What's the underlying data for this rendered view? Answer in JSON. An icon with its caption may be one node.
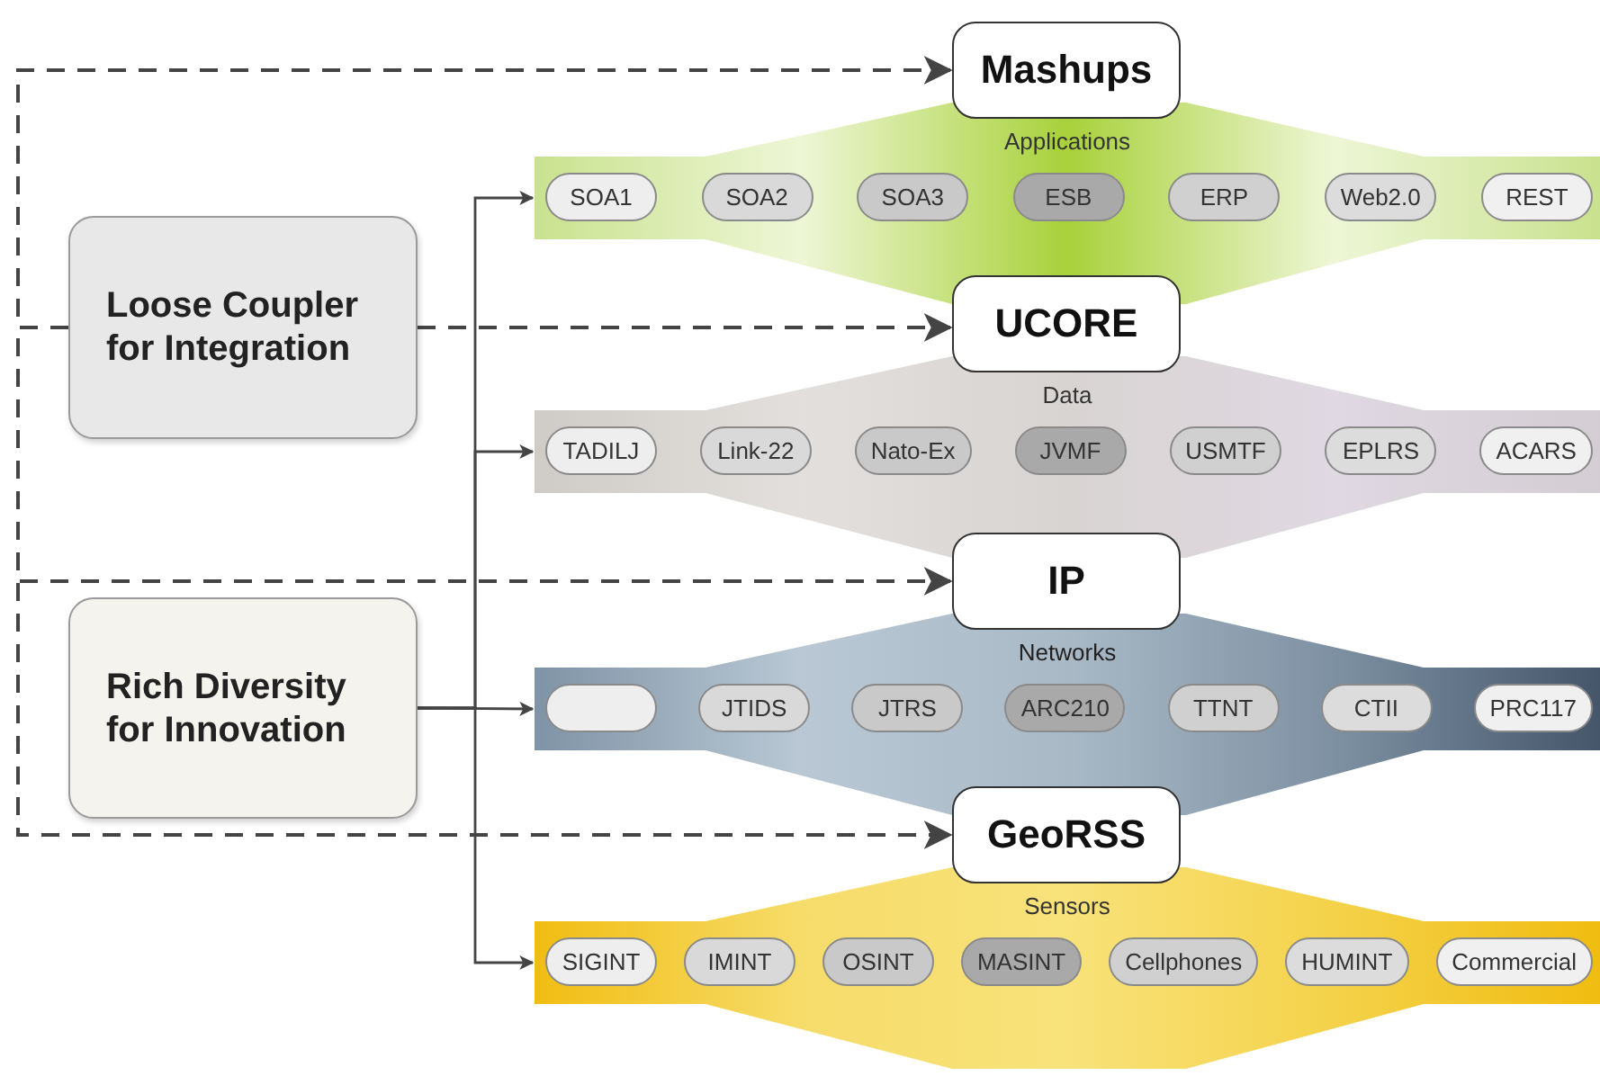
{
  "diagram": {
    "nodes": [
      {
        "text": [
          "Loose Coupler for Integration"
        ]
      },
      {
        "text": [
          "Rich Diversity for Innovation"
        ]
      },
      {
        "text": [
          "Mashups"
        ]
      },
      {
        "text": [
          "Applications"
        ]
      },
      {
        "text": [
          "SOA1"
        ],
        "in": 3
      },
      {
        "text": [
          "SOA2"
        ],
        "in": 3
      },
      {
        "text": [
          "SOA3"
        ],
        "in": 3
      },
      {
        "text": [
          "ESB"
        ],
        "in": 3
      },
      {
        "text": [
          "ERP"
        ],
        "in": 3
      },
      {
        "text": [
          "Web2.0"
        ],
        "in": 3
      },
      {
        "text": [
          "REST"
        ],
        "in": 3
      },
      {
        "text": [
          "UCORE"
        ]
      },
      {
        "text": [
          "Data"
        ]
      },
      {
        "text": [
          "TADILJ"
        ],
        "in": 12
      },
      {
        "text": [
          "Link-22"
        ],
        "in": 12
      },
      {
        "text": [
          "Nato-Ex"
        ],
        "in": 12
      },
      {
        "text": [
          "JVMF"
        ],
        "in": 12
      },
      {
        "text": [
          "USMTF"
        ],
        "in": 12
      },
      {
        "text": [
          "EPLRS"
        ],
        "in": 12
      },
      {
        "text": [
          "ACARS"
        ],
        "in": 12
      },
      {
        "text": [
          "IP"
        ]
      },
      {
        "text": [
          "Networks"
        ]
      },
      {
        "text": [],
        "shape": "box",
        "in": 21
      },
      {
        "text": [
          "JTIDS"
        ],
        "in": 21
      },
      {
        "text": [
          "JTRS"
        ],
        "in": 21
      },
      {
        "text": [
          "ARC210"
        ],
        "in": 21
      },
      {
        "text": [
          "TTNT"
        ],
        "in": 21
      },
      {
        "text": [
          "CTII"
        ],
        "in": 21
      },
      {
        "text": [
          "PRC117"
        ],
        "in": 21
      },
      {
        "text": [
          "GeoRSS"
        ]
      },
      {
        "text": [
          "Sensors"
        ]
      },
      {
        "text": [
          "SIGINT"
        ],
        "in": 30
      },
      {
        "text": [
          "IMINT"
        ],
        "in": 30
      },
      {
        "text": [
          "OSINT"
        ],
        "in": 30
      },
      {
        "text": [
          "MASINT"
        ],
        "in": 30
      },
      {
        "text": [
          "Cellphones"
        ],
        "in": 30
      },
      {
        "text": [
          "HUMINT"
        ],
        "in": 30
      },
      {
        "text": [
          "Commercial"
        ],
        "in": 30
      }
    ],
    "edges": [
      {
        "from": 0,
        "to": 2,
        "arrow": "to",
        "style": "dashed"
      },
      {
        "from": 0,
        "to": 11,
        "arrow": "to",
        "style": "dashed"
      },
      {
        "from": 0,
        "to": 20,
        "arrow": "to",
        "style": "dashed"
      },
      {
        "from": 0,
        "to": 29,
        "arrow": "to",
        "style": "dashed"
      },
      {
        "from": 1,
        "to": 3,
        "arrow": "to"
      },
      {
        "from": 1,
        "to": 12,
        "arrow": "to"
      },
      {
        "from": 1,
        "to": 21,
        "arrow": "to"
      },
      {
        "from": 1,
        "to": 30,
        "arrow": "to"
      }
    ]
  }
}
